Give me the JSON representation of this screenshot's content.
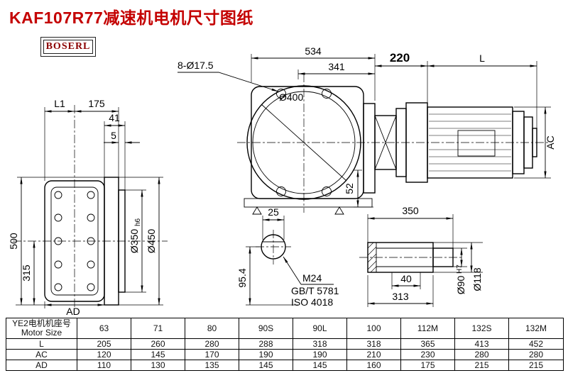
{
  "title": "KAF107R77减速机电机尺寸图纸",
  "brand": "BOSERL",
  "labels": {
    "dim_534": "534",
    "dim_341": "341",
    "dim_220": "220",
    "dim_L": "L",
    "bolt_holes": "8-Ø17.5",
    "dim_d400": "Ø400",
    "dim_52": "52",
    "dim_AC": "AC",
    "dim_L1": "L1",
    "dim_175": "175",
    "dim_41": "41",
    "dim_5": "5",
    "dim_500": "500",
    "dim_315": "315",
    "dim_d350": "Ø350",
    "dim_d350_tol": "h6",
    "dim_d450": "Ø450",
    "dim_AD": "AD",
    "dim_25": "25",
    "dim_95_4": "95.4",
    "thread": "M24",
    "thread_std1": "GB/T 5781",
    "thread_std2": "ISO 4018",
    "dim_350": "350",
    "dim_40": "40",
    "dim_313": "313",
    "dim_d90": "Ø90",
    "dim_d90_tol": "H7",
    "dim_d118": "Ø118"
  },
  "table": {
    "header_line1": "YE2电机机座号",
    "header_line2": "Motor Size",
    "sizes": [
      "63",
      "71",
      "80",
      "90S",
      "90L",
      "100",
      "112M",
      "132S",
      "132M"
    ],
    "rows": [
      {
        "label": "L",
        "values": [
          "205",
          "260",
          "280",
          "288",
          "318",
          "318",
          "365",
          "413",
          "452"
        ]
      },
      {
        "label": "AC",
        "values": [
          "120",
          "145",
          "170",
          "190",
          "190",
          "210",
          "230",
          "280",
          "280"
        ]
      },
      {
        "label": "AD",
        "values": [
          "110",
          "130",
          "135",
          "145",
          "145",
          "160",
          "175",
          "215",
          "215"
        ]
      }
    ]
  },
  "colors": {
    "title": "#c40000",
    "brand_text": "#8b0000",
    "line": "#000000"
  }
}
